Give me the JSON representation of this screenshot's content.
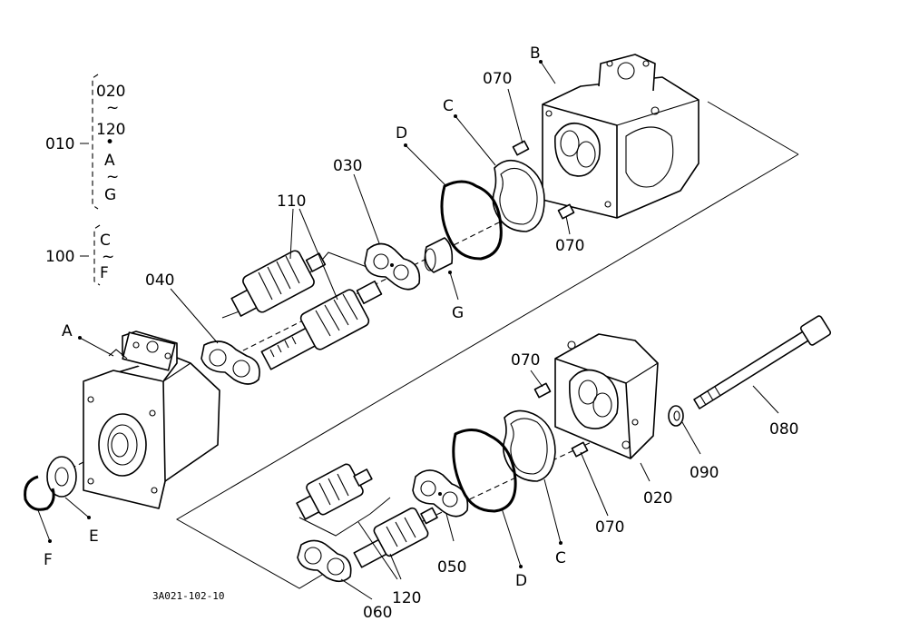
{
  "labels": {
    "A": "A",
    "B": "B",
    "C1": "C",
    "C2": "C",
    "D1": "D",
    "D2": "D",
    "E": "E",
    "F": "F",
    "G": "G",
    "p010": "010",
    "p020": "020",
    "p030": "030",
    "p040": "040",
    "p050": "050",
    "p060": "060",
    "p070a": "070",
    "p070b": "070",
    "p070c": "070",
    "p070d": "070",
    "p080": "080",
    "p090": "090",
    "p100": "100",
    "p110": "110",
    "p120": "120"
  },
  "legend": {
    "g010": {
      "code": "010",
      "top": "020",
      "tilde1": "~",
      "mid": "120",
      "sep": "•",
      "a": "A",
      "tilde2": "~",
      "g": "G"
    },
    "g100": {
      "code": "100",
      "c": "C",
      "tilde": "~",
      "f": "F"
    }
  },
  "drawing_number": "3A021-102-10"
}
